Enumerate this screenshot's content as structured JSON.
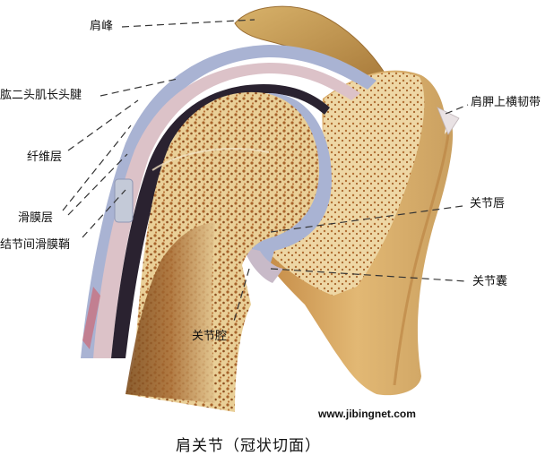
{
  "figure": {
    "title": "肩关节（冠状切面）",
    "watermark": "www.jibingnet.com",
    "labels": [
      {
        "id": "acromion",
        "text": "肩峰"
      },
      {
        "id": "biceps-long-head-tendon",
        "text": "肱二头肌长头腱"
      },
      {
        "id": "fibrous-layer",
        "text": "纤维层"
      },
      {
        "id": "synovial-layer",
        "text": "滑膜层"
      },
      {
        "id": "intertubercular-synovial-sheath",
        "text": "结节间滑膜鞘"
      },
      {
        "id": "superior-transverse-scapular-ligament",
        "text": "肩胛上横韧带"
      },
      {
        "id": "glenoid-labrum",
        "text": "关节唇"
      },
      {
        "id": "joint-capsule",
        "text": "关节囊"
      },
      {
        "id": "joint-cavity",
        "text": "关节腔"
      }
    ]
  },
  "colors": {
    "bone_yellow": "#e8c98a",
    "bone_brown": "#b57a3a",
    "marrow_dot": "#9a5a22",
    "capsule_blue": "#a9b3d3",
    "tendon_pink": "#dcc2c8",
    "leader_line": "#333333"
  }
}
